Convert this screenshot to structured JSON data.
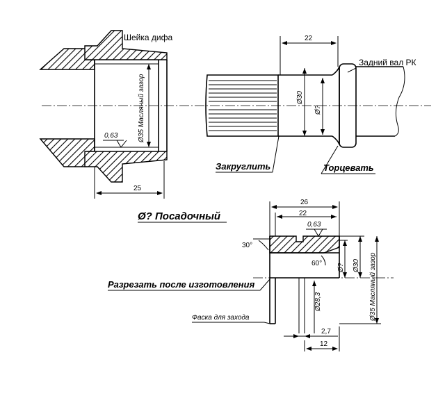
{
  "labels": {
    "neck": "Шейка дифа",
    "shaft": "Задний вал РК",
    "round": "Закруглить",
    "face": "Торцевать",
    "fit": "Ø? Посадочный",
    "cut": "Разрезать после изготовления",
    "chamfer": "Фаска для захода"
  },
  "dims": {
    "oil_gap_left": "Ø35 Масляный зазор",
    "roughness_left": "0,63",
    "len_25": "25",
    "len_22_top": "22",
    "d30_shaft": "Ø30",
    "dq_shaft": "Ø?",
    "len_26": "26",
    "len_22_part": "22",
    "roughness_part": "0,63",
    "angle_30": "30°",
    "angle_60": "60°",
    "dq_part": "Ø?",
    "d30_part": "Ø30",
    "oil_gap_part": "Ø35 Масляный зазор",
    "d28": "Ø28,3",
    "len_27": "2,7",
    "len_12": "12"
  }
}
